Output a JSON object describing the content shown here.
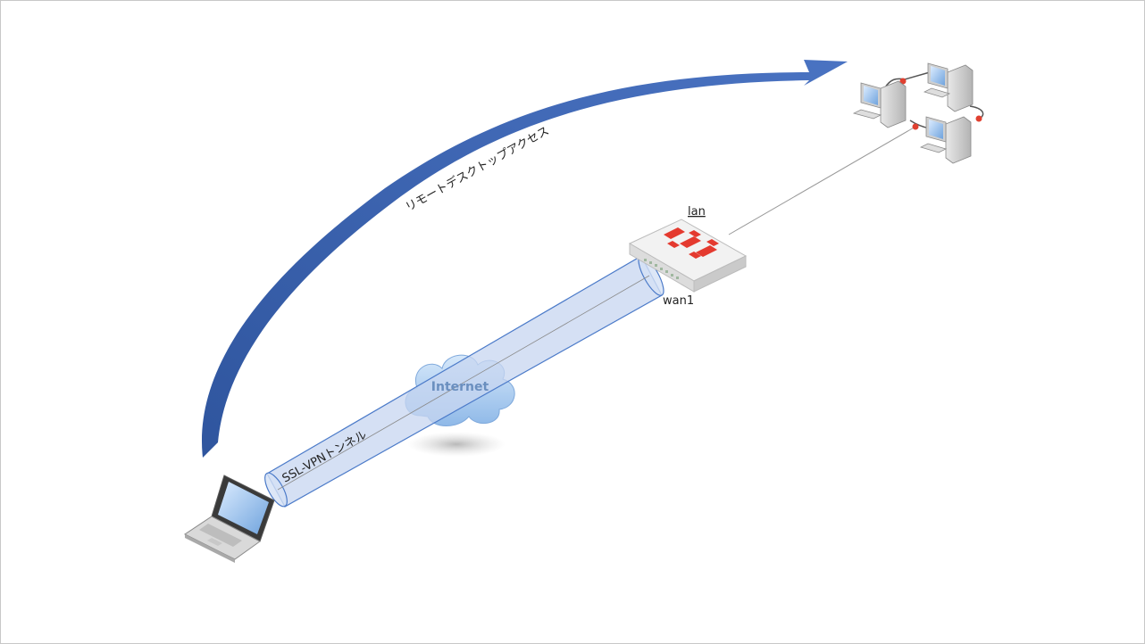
{
  "labels": {
    "remote_access": "リモートデスクトップアクセス",
    "ssl_vpn": "SSL-VPNトンネル",
    "internet": "Internet",
    "lan": "lan",
    "wan1": "wan1"
  },
  "colors": {
    "arrow": "#3d66b3",
    "tunnel_fill": "#c7d6f0",
    "tunnel_stroke": "#4c7bc9",
    "cloud": "#a8cbef",
    "brand_red": "#e43a2f",
    "connector_dot": "#e04030"
  },
  "icons": {
    "client": "laptop-icon",
    "firewall": "firewall-appliance-icon",
    "cloud": "cloud-icon",
    "hosts": "desktop-computer-icon"
  }
}
